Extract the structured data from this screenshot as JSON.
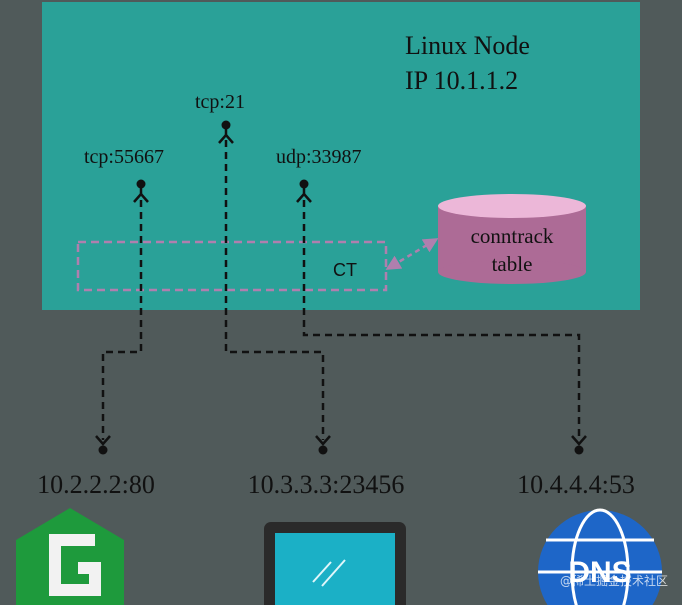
{
  "node": {
    "title": "Linux Node",
    "ip": "IP 10.1.1.2"
  },
  "ports": {
    "tcp21": "tcp:21",
    "tcp55667": "tcp:55667",
    "udp33987": "udp:33987"
  },
  "ct_label": "CT",
  "conntrack": {
    "line1": "conntrack",
    "line2": "table"
  },
  "endpoints": {
    "nginx": "10.2.2.2:80",
    "laptop": "10.3.3.3:23456",
    "dns": "10.4.4.4:53"
  },
  "dns_logo_text": "DNS",
  "watermark": "@稀土掘金技术社区",
  "colors": {
    "background": "#505a5a",
    "node_box": "#2aa198",
    "ct_dash": "#b07fae",
    "cylinder_body": "#ad6b96",
    "cylinder_top": "#ecb7d8",
    "nginx_green": "#1e9a3c",
    "dns_blue": "#1e66c8",
    "laptop_screen": "#1bb0c6",
    "laptop_frame": "#2a2a2a"
  },
  "icons": [
    "nginx-logo-icon",
    "laptop-icon",
    "dns-globe-icon"
  ]
}
